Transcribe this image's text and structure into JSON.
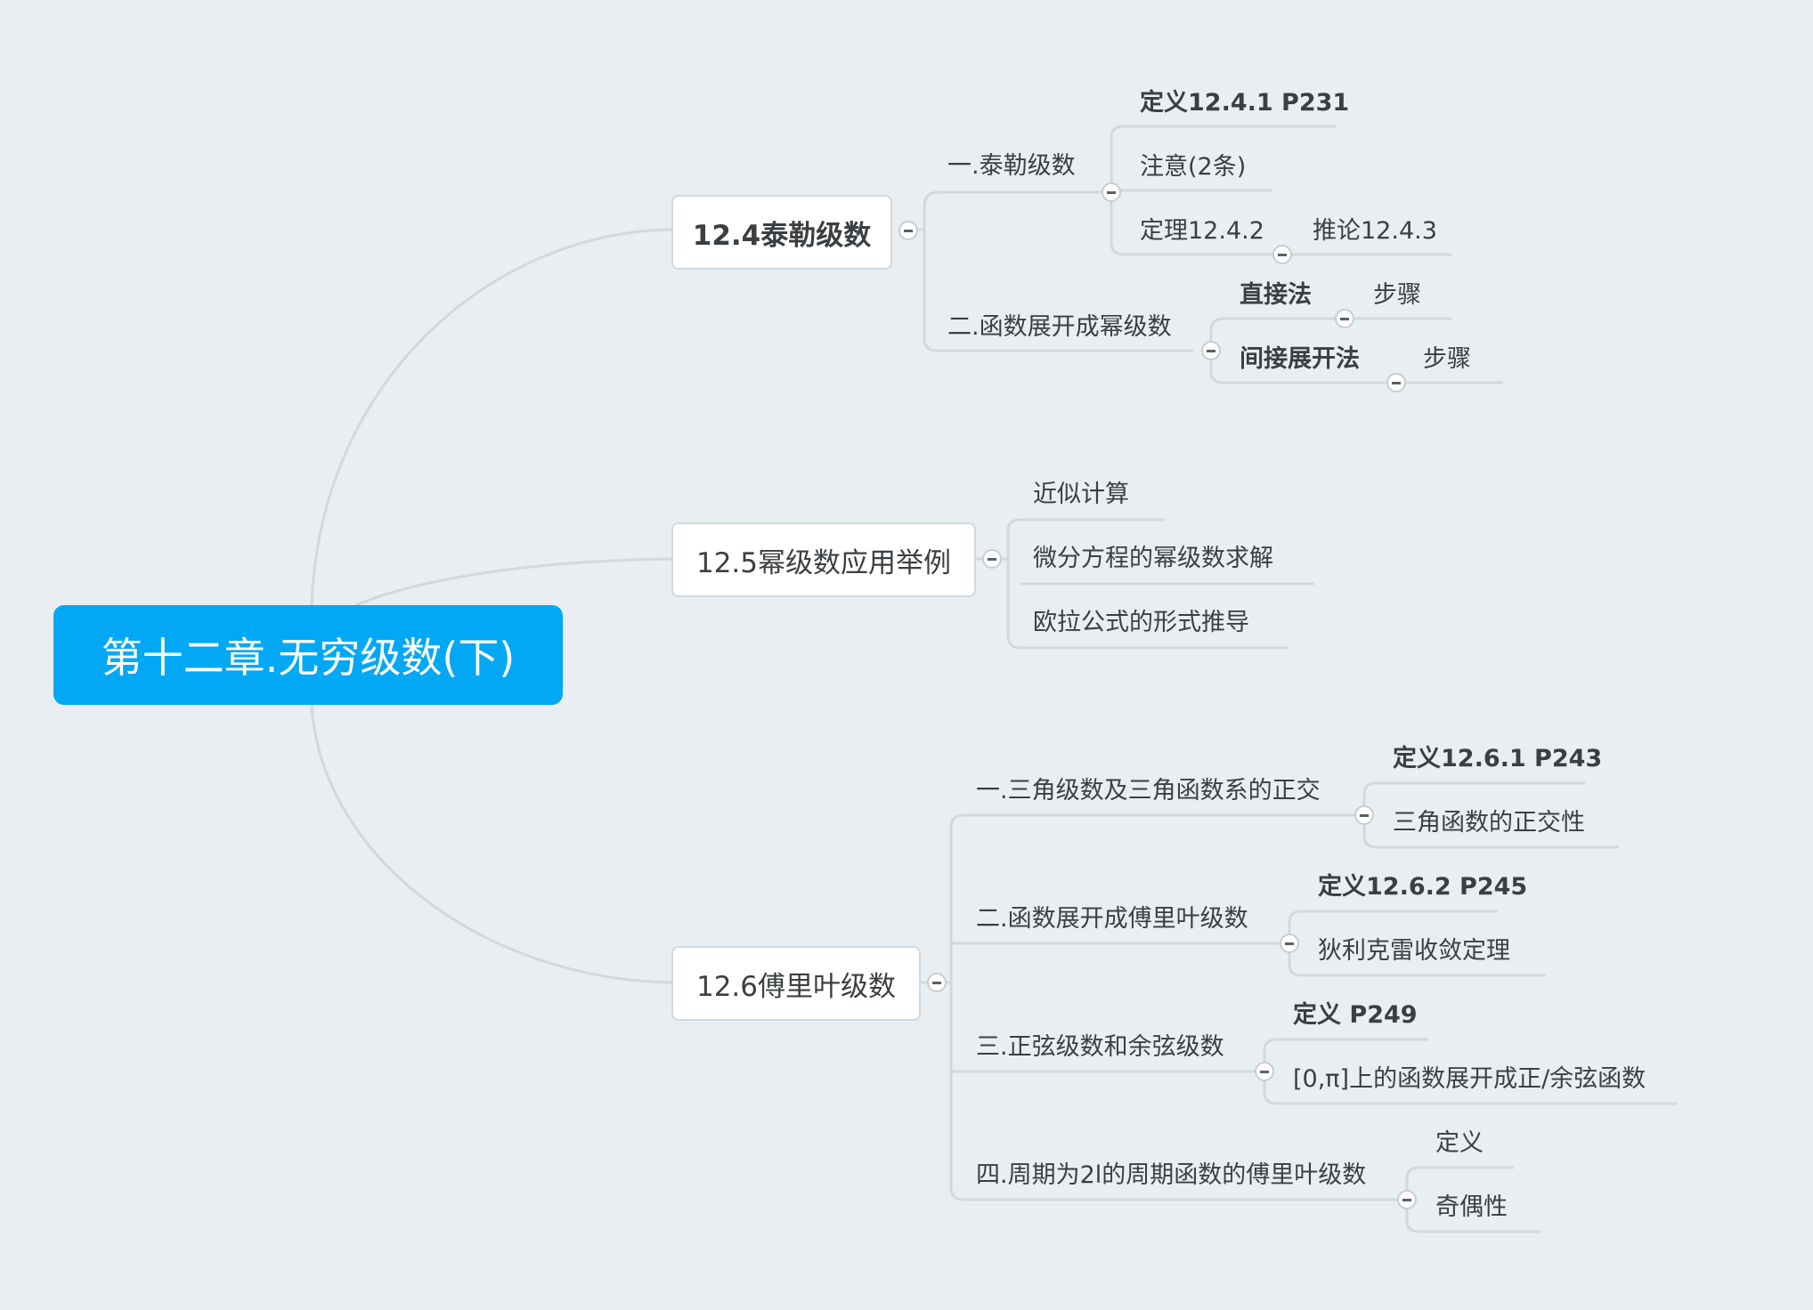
{
  "root": {
    "title": "第十二章.无穷级数(下)"
  },
  "topics": {
    "t124": {
      "title": "12.4泰勒级数",
      "s1": {
        "title": "一.泰勒级数",
        "def": "定义12.4.1 P231",
        "note": "注意(2条)",
        "theorem": "定理12.4.2",
        "corollary": "推论12.4.3"
      },
      "s2": {
        "title": "二.函数展开成幂级数",
        "direct": "直接法",
        "direct_steps": "步骤",
        "indirect": "间接展开法",
        "indirect_steps": "步骤"
      }
    },
    "t125": {
      "title": "12.5幂级数应用举例",
      "items": [
        "近似计算",
        "微分方程的幂级数求解",
        "欧拉公式的形式推导"
      ]
    },
    "t126": {
      "title": "12.6傅里叶级数",
      "s1": {
        "title": "一.三角级数及三角函数系的正交",
        "def": "定义12.6.1 P243",
        "sub": "三角函数的正交性"
      },
      "s2": {
        "title": "二.函数展开成傅里叶级数",
        "def": "定义12.6.2 P245",
        "sub": "狄利克雷收敛定理"
      },
      "s3": {
        "title": "三.正弦级数和余弦级数",
        "def": "定义 P249",
        "sub": "[0,π]上的函数展开成正/余弦函数"
      },
      "s4": {
        "title": "四.周期为2l的周期函数的傅里叶级数",
        "def": "定义",
        "sub": "奇偶性"
      }
    }
  }
}
